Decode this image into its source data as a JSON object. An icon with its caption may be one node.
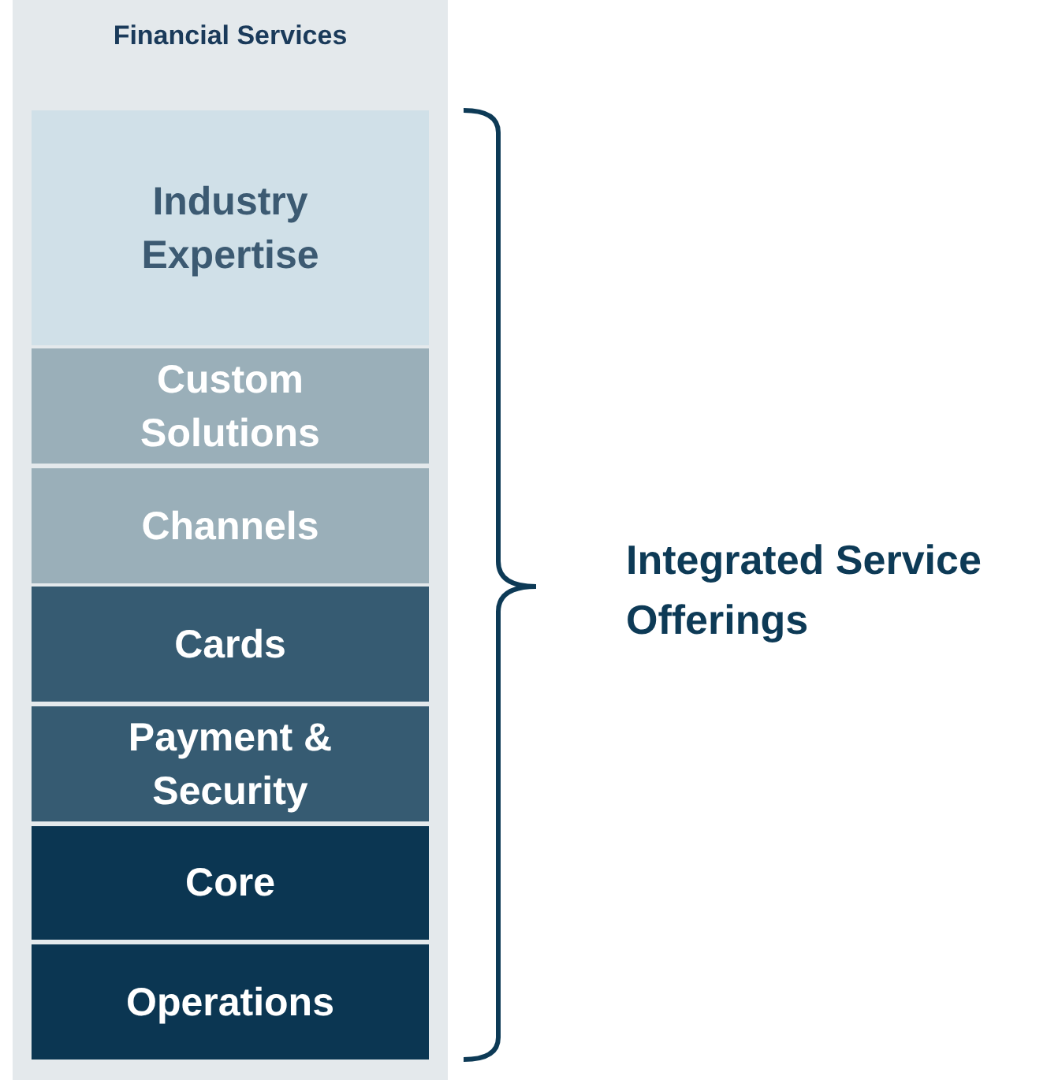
{
  "diagram": {
    "nodes": [
      {
        "text": [
          "Financial Services"
        ]
      },
      {
        "text": [
          "Industry Expertise"
        ],
        "in": 0
      },
      {
        "text": [
          "Custom Solutions"
        ],
        "in": 0
      },
      {
        "text": [
          "Channels"
        ],
        "in": 0
      },
      {
        "text": [
          "Cards"
        ],
        "in": 0
      },
      {
        "text": [
          "Payment & Security"
        ],
        "in": 0
      },
      {
        "text": [
          "Core"
        ],
        "in": 0
      },
      {
        "text": [
          "Operations"
        ],
        "in": 0
      }
    ],
    "edges": [],
    "labels": [
      "Integrated Service Offerings"
    ]
  }
}
